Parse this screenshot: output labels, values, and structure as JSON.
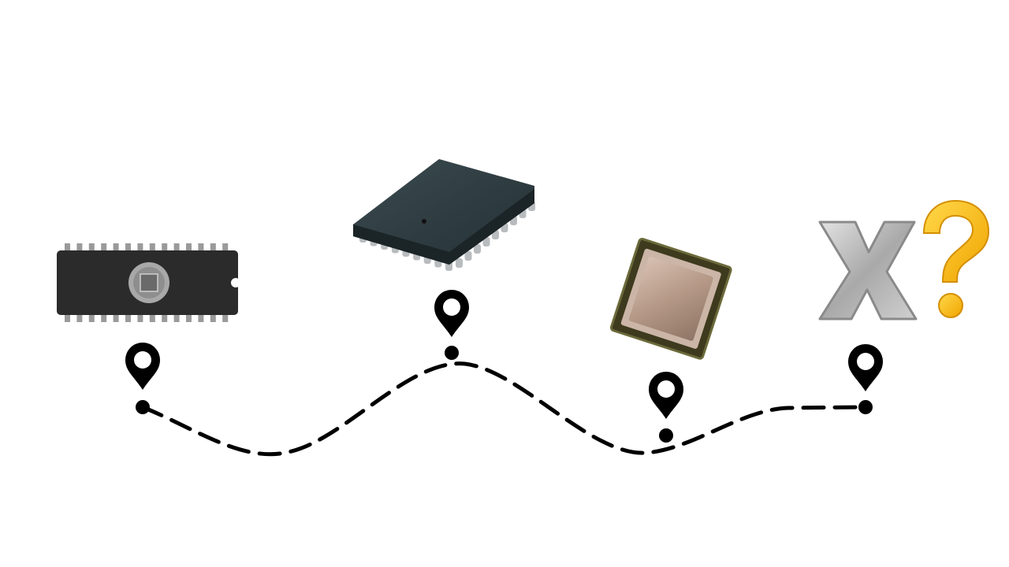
{
  "diagram": {
    "route_color": "#000000",
    "background": "#ffffff",
    "stops": [
      {
        "id": "dip-eprom-chip",
        "icon": "dip-eprom-chip-icon"
      },
      {
        "id": "plcc-chip",
        "icon": "plcc-chip-icon"
      },
      {
        "id": "cpu-processor",
        "icon": "cpu-processor-icon"
      },
      {
        "id": "x-question",
        "icon": "x-question-icon"
      }
    ],
    "colors": {
      "chip_body": "#2b2b2b",
      "chip_pins": "#9a9a9a",
      "plcc_body": "#2c3a3f",
      "plcc_pins": "#b9bcbe",
      "cpu_substrate": "#3d3a1e",
      "cpu_lid": "#b79c8a",
      "x_silver": "#b5b5b5",
      "question_gold": "#f5b400"
    }
  }
}
